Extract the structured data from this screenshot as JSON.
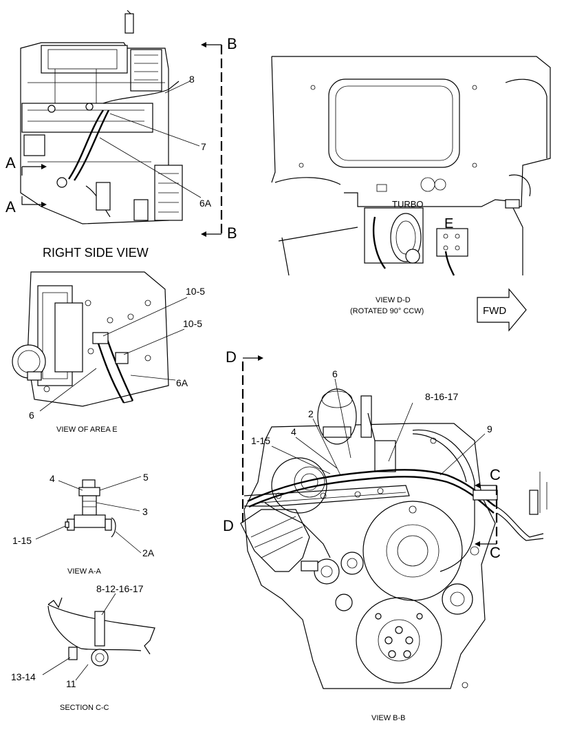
{
  "views": {
    "right_side_title": "RIGHT SIDE VIEW",
    "view_dd_title": "VIEW D-D",
    "view_dd_subtitle": "(ROTATED 90° CCW)",
    "area_e_title": "VIEW OF AREA E",
    "view_aa_title": "VIEW A-A",
    "section_cc_title": "SECTION C-C",
    "view_bb_title": "VIEW B-B"
  },
  "section_markers": {
    "a_top": "A",
    "a_bottom": "A",
    "b_top": "B",
    "b_bottom": "B",
    "c_top": "C",
    "c_bottom": "C",
    "d_top": "D",
    "d_bottom": "D",
    "e_area": "E"
  },
  "callouts": {
    "right_side": {
      "c8": "8",
      "c7": "7",
      "c6a": "6A"
    },
    "view_dd": {
      "turbo": "TURBO"
    },
    "area_e": {
      "c10_5_a": "10-5",
      "c10_5_b": "10-5",
      "c6a": "6A",
      "c6": "6"
    },
    "view_aa": {
      "c4": "4",
      "c5": "5",
      "c3": "3",
      "c1_15": "1-15",
      "c2a": "2A"
    },
    "section_cc": {
      "c8_12_16_17": "8-12-16-17",
      "c13_14": "13-14",
      "c11": "11"
    },
    "view_bb": {
      "c6": "6",
      "c2": "2",
      "c8_16_17": "8-16-17",
      "c1_15": "1-15",
      "c4": "4",
      "c9": "9"
    }
  },
  "fwd_arrow": {
    "label": "FWD"
  }
}
